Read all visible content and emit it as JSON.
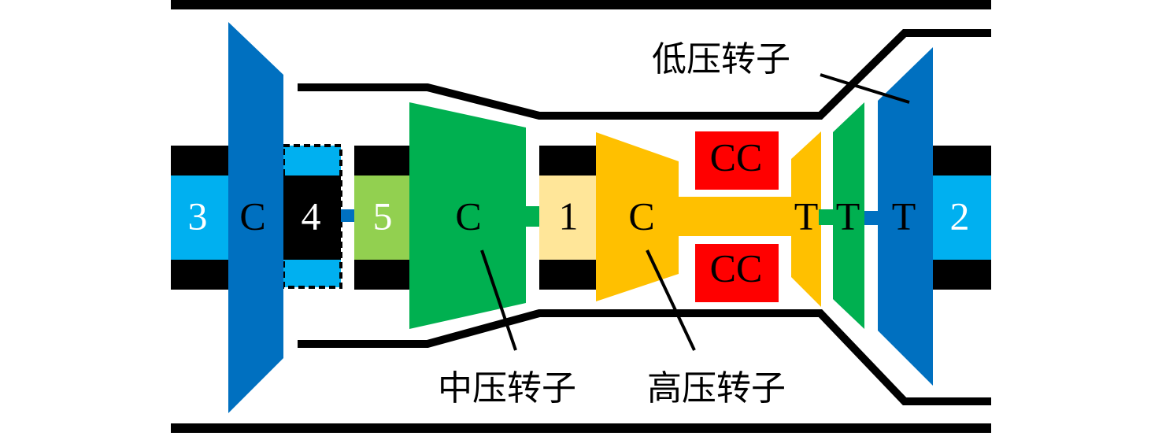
{
  "colors": {
    "light_blue": "#00b0f0",
    "dark_blue": "#0070c0",
    "green": "#00b050",
    "light_green": "#92d050",
    "yellow": "#ffc000",
    "pale_yellow": "#ffe699",
    "red": "#ff0000",
    "black": "#000000",
    "white": "#ffffff"
  },
  "labels": {
    "n3": "3",
    "lp_compressor": "C",
    "n4": "4",
    "n5": "5",
    "ip_compressor": "C",
    "n1": "1",
    "hp_compressor": "C",
    "combustor_top": "CC",
    "combustor_bottom": "CC",
    "hp_turbine": "T",
    "ip_turbine": "T",
    "lp_turbine": "T",
    "n2": "2"
  },
  "callouts": {
    "low_pressure_rotor": "低压转子",
    "intermediate_pressure_rotor": "中压转子",
    "high_pressure_rotor": "高压转子"
  }
}
